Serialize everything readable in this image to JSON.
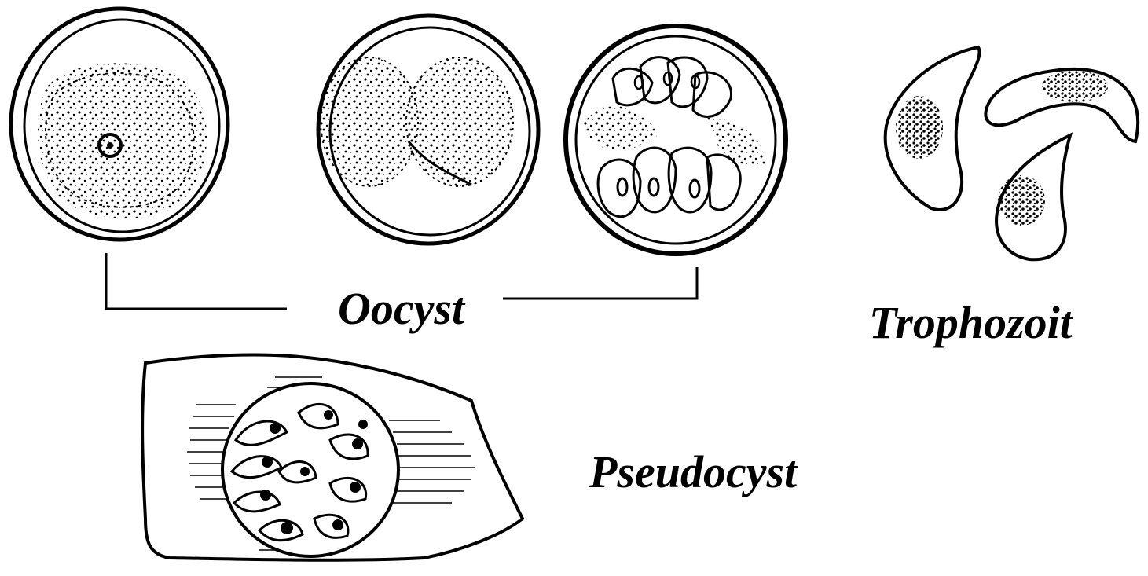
{
  "labels": {
    "oocyst": "Oocyst",
    "trophozoit": "Trophozoit",
    "pseudocyst": "Pseudocyst"
  },
  "colors": {
    "ink": "#000000",
    "paper": "#ffffff"
  },
  "figures": {
    "oocyst_stages": [
      "unsporulated-oocyst",
      "two-sporoblast-oocyst",
      "sporulated-oocyst"
    ],
    "trophozoite_count": 3,
    "pseudocyst": "pseudocyst-in-host-cell"
  }
}
